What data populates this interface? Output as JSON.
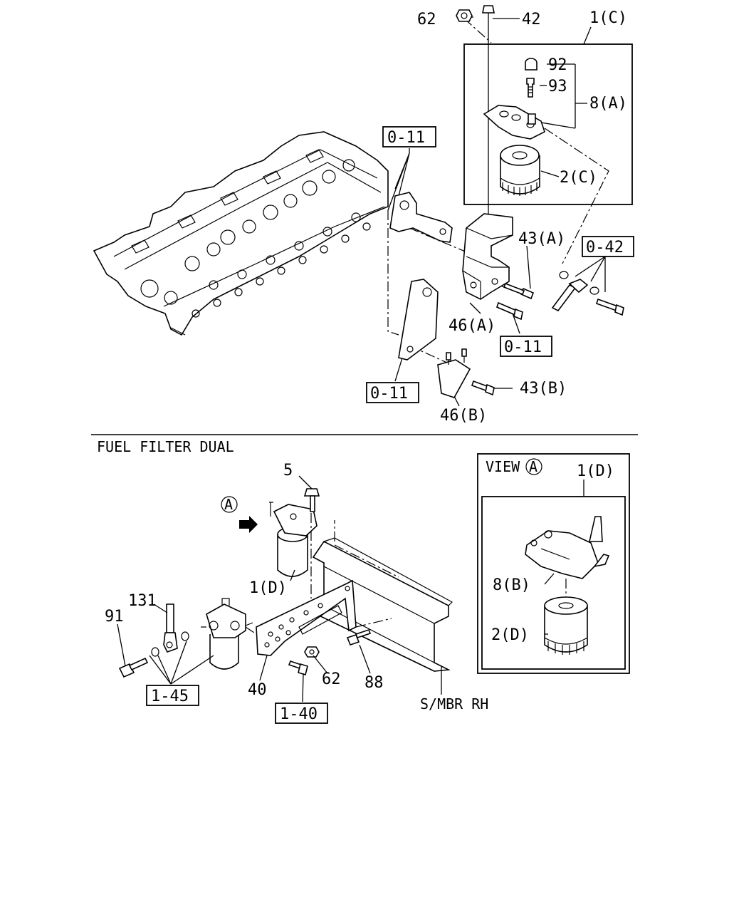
{
  "section_title": "FUEL FILTER DUAL",
  "view_label": "VIEW",
  "view_marker": "A",
  "callouts": {
    "c62_top": "62",
    "c42": "42",
    "c1C": "1(C)",
    "c92": "92",
    "c93": "93",
    "c8A": "8(A)",
    "c2C": "2(C)",
    "c43A": "43(A)",
    "c46A": "46(A)",
    "c43B": "43(B)",
    "c46B": "46(B)",
    "c5": "5",
    "c1D_main": "1(D)",
    "c131": "131",
    "c91": "91",
    "c40": "40",
    "c62_bot": "62",
    "c88": "88",
    "smbr": "S/MBR RH",
    "c1D_view": "1(D)",
    "c8B": "8(B)",
    "c2D": "2(D)"
  },
  "refs": {
    "r011_top": "0-11",
    "r042": "0-42",
    "r011_mid": "0-11",
    "r011_bot": "0-11",
    "r145": "1-45",
    "r140": "1-40"
  }
}
